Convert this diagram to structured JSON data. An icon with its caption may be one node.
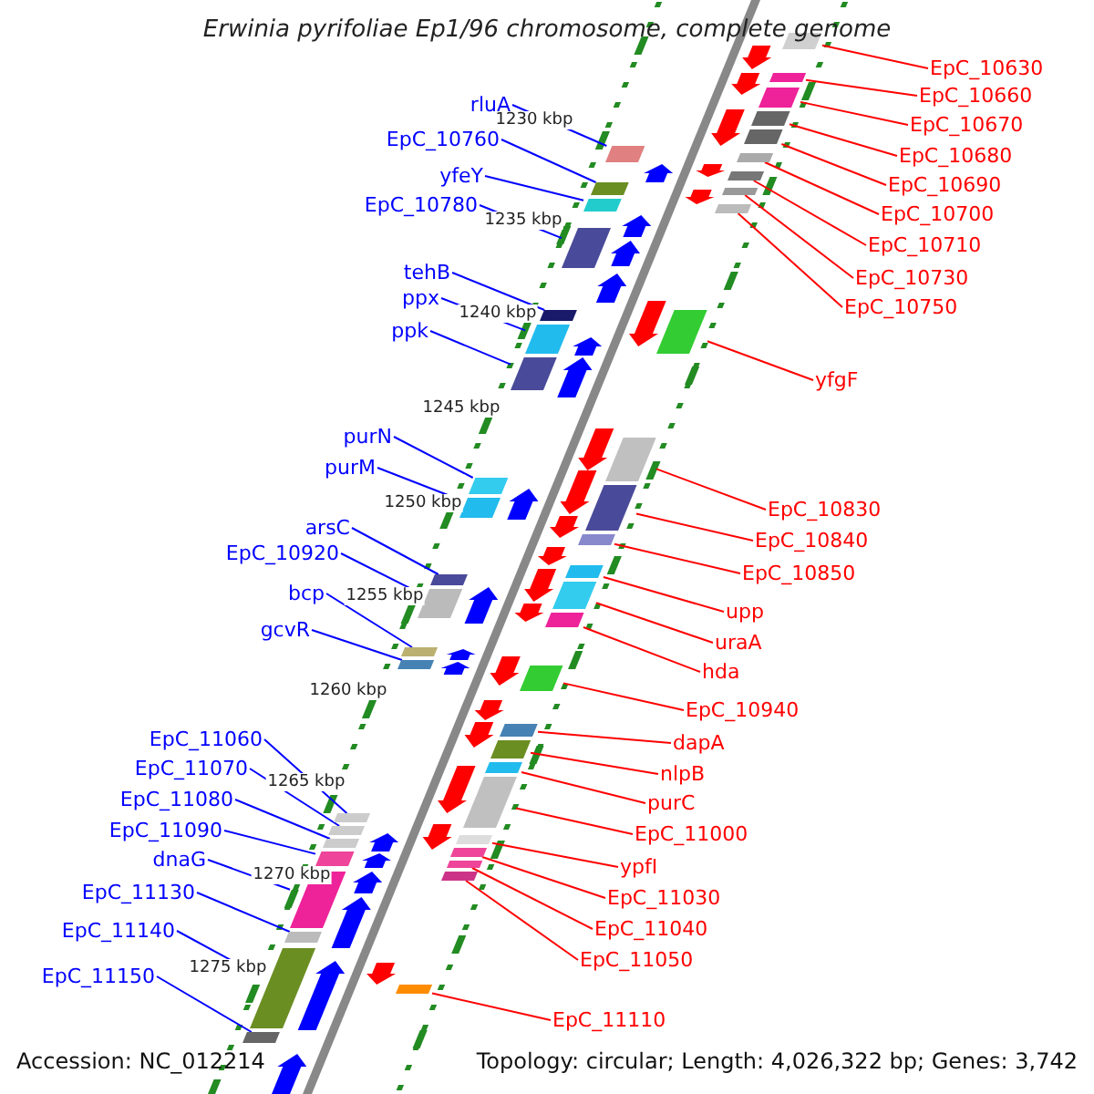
{
  "diagram": {
    "title": "Erwinia pyrifoliae Ep1/96 chromosome, complete genome",
    "nodes": [
      {
        "text": [
          "rluA"
        ]
      },
      {
        "text": [
          "EpC_10760"
        ]
      },
      {
        "text": [
          "yfeY"
        ]
      },
      {
        "text": [
          "EpC_10780"
        ]
      },
      {
        "text": [
          "tehB"
        ]
      },
      {
        "text": [
          "ppx"
        ]
      },
      {
        "text": [
          "ppk"
        ]
      },
      {
        "text": [
          "purN"
        ]
      },
      {
        "text": [
          "purM"
        ]
      },
      {
        "text": [
          "arsC"
        ]
      },
      {
        "text": [
          "EpC_10920"
        ]
      },
      {
        "text": [
          "bcp"
        ]
      },
      {
        "text": [
          "gcvR"
        ]
      },
      {
        "text": [
          "EpC_11060"
        ]
      },
      {
        "text": [
          "EpC_11070"
        ]
      },
      {
        "text": [
          "EpC_11080"
        ]
      },
      {
        "text": [
          "EpC_11090"
        ]
      },
      {
        "text": [
          "dnaG"
        ]
      },
      {
        "text": [
          "EpC_11130"
        ]
      },
      {
        "text": [
          "EpC_11140"
        ]
      },
      {
        "text": [
          "EpC_11150"
        ]
      },
      {
        "text": [
          "EpC_10630"
        ]
      },
      {
        "text": [
          "EpC_10660"
        ]
      },
      {
        "text": [
          "EpC_10670"
        ]
      },
      {
        "text": [
          "EpC_10680"
        ]
      },
      {
        "text": [
          "EpC_10690"
        ]
      },
      {
        "text": [
          "EpC_10700"
        ]
      },
      {
        "text": [
          "EpC_10710"
        ]
      },
      {
        "text": [
          "EpC_10730"
        ]
      },
      {
        "text": [
          "EpC_10750"
        ]
      },
      {
        "text": [
          "yfgF"
        ]
      },
      {
        "text": [
          "EpC_10830"
        ]
      },
      {
        "text": [
          "EpC_10840"
        ]
      },
      {
        "text": [
          "EpC_10850"
        ]
      },
      {
        "text": [
          "upp"
        ]
      },
      {
        "text": [
          "uraA"
        ]
      },
      {
        "text": [
          "hda"
        ]
      },
      {
        "text": [
          "EpC_10940"
        ]
      },
      {
        "text": [
          "dapA"
        ]
      },
      {
        "text": [
          "nlpB"
        ]
      },
      {
        "text": [
          "purC"
        ]
      },
      {
        "text": [
          "EpC_11000"
        ]
      },
      {
        "text": [
          "ypfI"
        ]
      },
      {
        "text": [
          "EpC_11030"
        ]
      },
      {
        "text": [
          "EpC_11040"
        ]
      },
      {
        "text": [
          "EpC_11050"
        ]
      },
      {
        "text": [
          "EpC_11110"
        ]
      },
      {
        "text": [],
        "shape": "box"
      },
      {
        "text": [],
        "shape": "box"
      },
      {
        "text": [],
        "shape": "box"
      },
      {
        "text": [],
        "shape": "box"
      },
      {
        "text": [],
        "shape": "box"
      },
      {
        "text": [],
        "shape": "box"
      },
      {
        "text": [],
        "shape": "box"
      },
      {
        "text": [],
        "shape": "box"
      },
      {
        "text": [],
        "shape": "box"
      },
      {
        "text": [],
        "shape": "box"
      },
      {
        "text": [],
        "shape": "box"
      },
      {
        "text": [],
        "shape": "box"
      },
      {
        "text": [],
        "shape": "box"
      },
      {
        "text": [],
        "shape": "box"
      },
      {
        "text": [],
        "shape": "box"
      },
      {
        "text": [],
        "shape": "box"
      },
      {
        "text": [],
        "shape": "box"
      },
      {
        "text": [],
        "shape": "box"
      },
      {
        "text": [],
        "shape": "box"
      },
      {
        "text": [],
        "shape": "box"
      },
      {
        "text": [],
        "shape": "box"
      },
      {
        "text": [],
        "shape": "box"
      },
      {
        "text": [],
        "shape": "box"
      },
      {
        "text": [],
        "shape": "box"
      },
      {
        "text": [],
        "shape": "box"
      },
      {
        "text": [],
        "shape": "box"
      },
      {
        "text": [],
        "shape": "box"
      },
      {
        "text": [],
        "shape": "box"
      },
      {
        "text": [],
        "shape": "box"
      },
      {
        "text": [],
        "shape": "box"
      },
      {
        "text": [],
        "shape": "box"
      },
      {
        "text": [],
        "shape": "box"
      },
      {
        "text": [],
        "shape": "box"
      },
      {
        "text": [],
        "shape": "box"
      },
      {
        "text": [],
        "shape": "box"
      },
      {
        "text": [],
        "shape": "box"
      },
      {
        "text": [],
        "shape": "box"
      },
      {
        "text": [],
        "shape": "box"
      },
      {
        "text": [],
        "shape": "box"
      },
      {
        "text": [],
        "shape": "box"
      },
      {
        "text": [],
        "shape": "box"
      },
      {
        "text": [],
        "shape": "box"
      },
      {
        "text": [],
        "shape": "box"
      },
      {
        "text": [],
        "shape": "box"
      },
      {
        "text": [],
        "shape": "box"
      },
      {
        "text": [],
        "shape": "box"
      },
      {
        "text": [],
        "shape": "box"
      }
    ],
    "edges": [
      {
        "from": 0,
        "to": 47,
        "arrow": "none",
        "color": "#0000ff"
      },
      {
        "from": 1,
        "to": 48,
        "arrow": "none",
        "color": "#0000ff"
      },
      {
        "from": 2,
        "to": 49,
        "arrow": "none",
        "color": "#0000ff"
      },
      {
        "from": 3,
        "to": 50,
        "arrow": "none",
        "color": "#0000ff"
      },
      {
        "from": 4,
        "to": 51,
        "arrow": "none",
        "color": "#0000ff"
      },
      {
        "from": 5,
        "to": 52,
        "arrow": "none",
        "color": "#0000ff"
      },
      {
        "from": 6,
        "to": 53,
        "arrow": "none",
        "color": "#0000ff"
      },
      {
        "from": 7,
        "to": 54,
        "arrow": "none",
        "color": "#0000ff"
      },
      {
        "from": 8,
        "to": 55,
        "arrow": "none",
        "color": "#0000ff"
      },
      {
        "from": 9,
        "to": 56,
        "arrow": "none",
        "color": "#0000ff"
      },
      {
        "from": 10,
        "to": 57,
        "arrow": "none",
        "color": "#0000ff"
      },
      {
        "from": 11,
        "to": 58,
        "arrow": "none",
        "color": "#0000ff"
      },
      {
        "from": 12,
        "to": 59,
        "arrow": "none",
        "color": "#0000ff"
      },
      {
        "from": 13,
        "to": 60,
        "arrow": "none",
        "color": "#0000ff"
      },
      {
        "from": 14,
        "to": 61,
        "arrow": "none",
        "color": "#0000ff"
      },
      {
        "from": 15,
        "to": 62,
        "arrow": "none",
        "color": "#0000ff"
      },
      {
        "from": 16,
        "to": 63,
        "arrow": "none",
        "color": "#0000ff"
      },
      {
        "from": 17,
        "to": 64,
        "arrow": "none",
        "color": "#0000ff"
      },
      {
        "from": 18,
        "to": 65,
        "arrow": "none",
        "color": "#0000ff"
      },
      {
        "from": 19,
        "to": 66,
        "arrow": "none",
        "color": "#0000ff"
      },
      {
        "from": 20,
        "to": 67,
        "arrow": "none",
        "color": "#0000ff"
      },
      {
        "from": 21,
        "to": 68,
        "arrow": "none"
      },
      {
        "from": 22,
        "to": 69,
        "arrow": "none"
      },
      {
        "from": 23,
        "to": 70,
        "arrow": "none"
      },
      {
        "from": 24,
        "to": 71,
        "arrow": "none"
      },
      {
        "from": 25,
        "to": 72,
        "arrow": "none"
      },
      {
        "from": 26,
        "to": 73,
        "arrow": "none"
      },
      {
        "from": 27,
        "to": 74,
        "arrow": "none"
      },
      {
        "from": 28,
        "to": 75,
        "arrow": "none"
      },
      {
        "from": 29,
        "to": 76,
        "arrow": "none"
      },
      {
        "from": 30,
        "to": 77,
        "arrow": "none"
      },
      {
        "from": 31,
        "to": 78,
        "arrow": "none"
      },
      {
        "from": 32,
        "to": 79,
        "arrow": "none"
      },
      {
        "from": 33,
        "to": 80,
        "arrow": "none"
      },
      {
        "from": 34,
        "to": 81,
        "arrow": "none"
      },
      {
        "from": 35,
        "to": 82,
        "arrow": "none"
      },
      {
        "from": 36,
        "to": 83,
        "arrow": "none"
      },
      {
        "from": 37,
        "to": 84,
        "arrow": "none"
      },
      {
        "from": 38,
        "to": 85,
        "arrow": "none"
      },
      {
        "from": 39,
        "to": 86,
        "arrow": "none"
      },
      {
        "from": 40,
        "to": 87,
        "arrow": "none"
      },
      {
        "from": 41,
        "to": 88,
        "arrow": "none"
      },
      {
        "from": 42,
        "to": 89,
        "arrow": "none"
      },
      {
        "from": 43,
        "to": 90,
        "arrow": "none"
      },
      {
        "from": 44,
        "to": 91,
        "arrow": "none"
      },
      {
        "from": 45,
        "to": 92,
        "arrow": "none"
      },
      {
        "from": 46,
        "to": 93,
        "arrow": "none"
      }
    ],
    "labels": [
      "1230 kbp",
      "1235 kbp",
      "1240 kbp",
      "1245 kbp",
      "1250 kbp",
      "1255 kbp",
      "1260 kbp",
      "1265 kbp",
      "1270 kbp",
      "1275 kbp",
      "Accession: NC_012214",
      "Topology: circular; Length: 4,026,322 bp; Genes: 3,742"
    ]
  }
}
